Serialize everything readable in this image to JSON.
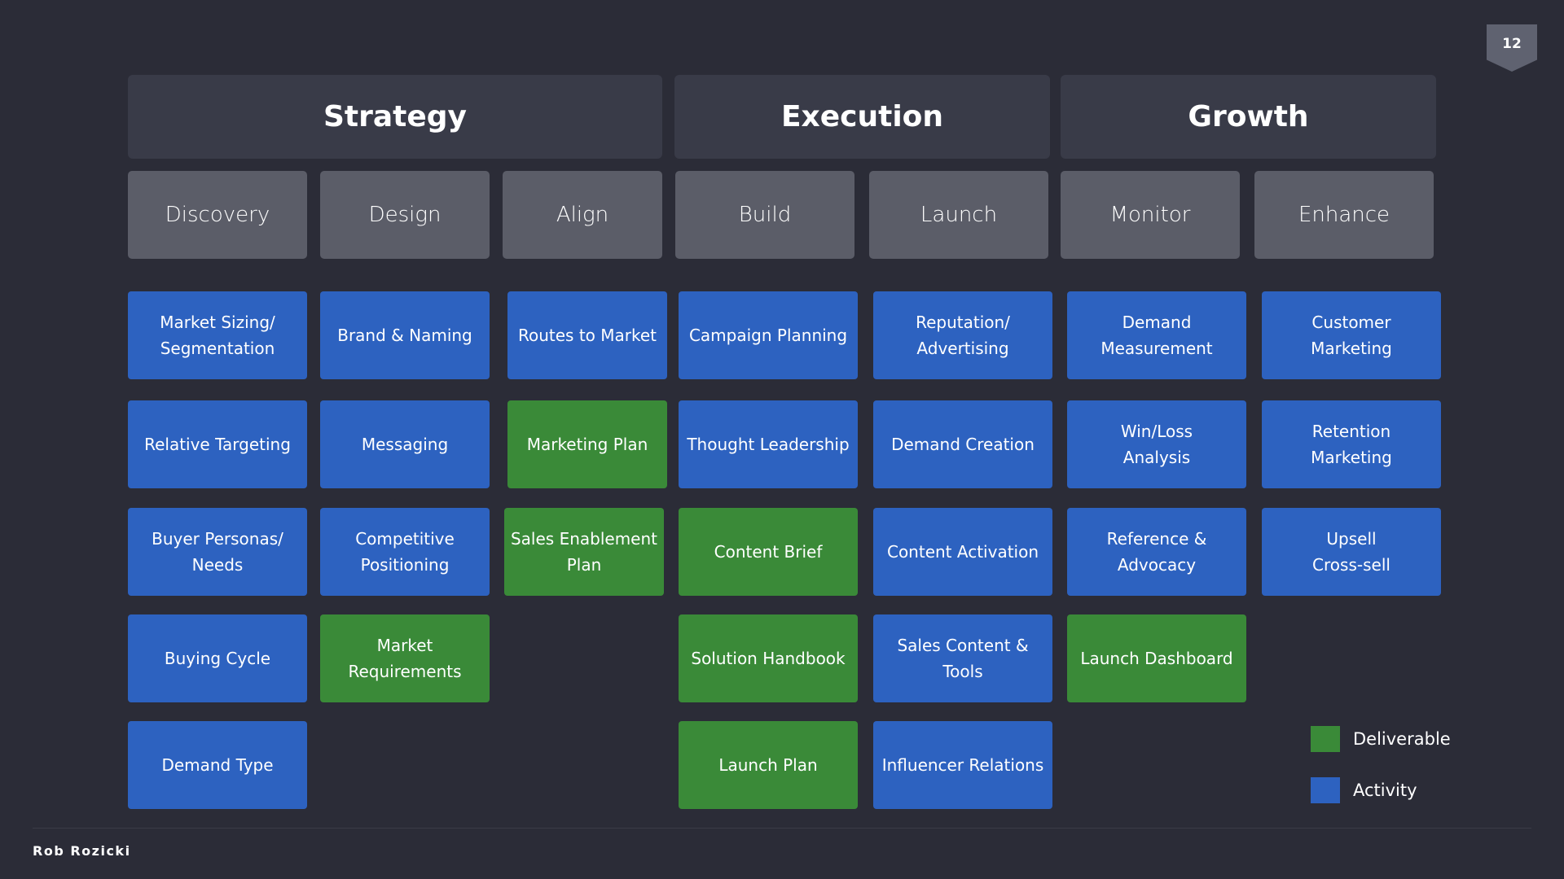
{
  "slide_number": "12",
  "groups": [
    "Strategy",
    "Execution",
    "Growth"
  ],
  "phases": [
    "Discovery",
    "Design",
    "Align",
    "Build",
    "Launch",
    "Monitor",
    "Enhance"
  ],
  "tiles": [
    {
      "text": "Market Sizing/\nSegmentation",
      "kind": "activity"
    },
    {
      "text": "Brand & Naming",
      "kind": "activity"
    },
    {
      "text": "Routes to Market",
      "kind": "activity"
    },
    {
      "text": "Campaign Planning",
      "kind": "activity"
    },
    {
      "text": "Reputation/\nAdvertising",
      "kind": "activity"
    },
    {
      "text": "Demand\nMeasurement",
      "kind": "activity"
    },
    {
      "text": "Customer\nMarketing",
      "kind": "activity"
    },
    {
      "text": "Relative Targeting",
      "kind": "activity"
    },
    {
      "text": "Messaging",
      "kind": "activity"
    },
    {
      "text": "Marketing Plan",
      "kind": "deliverable"
    },
    {
      "text": "Thought Leadership",
      "kind": "activity"
    },
    {
      "text": "Demand Creation",
      "kind": "activity"
    },
    {
      "text": "Win/Loss\nAnalysis",
      "kind": "activity"
    },
    {
      "text": "Retention\nMarketing",
      "kind": "activity"
    },
    {
      "text": "Buyer Personas/\nNeeds",
      "kind": "activity"
    },
    {
      "text": "Competitive\nPositioning",
      "kind": "activity"
    },
    {
      "text": "Sales Enablement\nPlan",
      "kind": "deliverable"
    },
    {
      "text": "Content Brief",
      "kind": "deliverable"
    },
    {
      "text": "Content Activation",
      "kind": "activity"
    },
    {
      "text": "Reference &\nAdvocacy",
      "kind": "activity"
    },
    {
      "text": "Upsell\nCross-sell",
      "kind": "activity"
    },
    {
      "text": "Buying Cycle",
      "kind": "activity"
    },
    {
      "text": "Market\nRequirements",
      "kind": "deliverable"
    },
    {
      "text": "Solution Handbook",
      "kind": "deliverable"
    },
    {
      "text": "Sales Content & Tools",
      "kind": "activity"
    },
    {
      "text": "Launch Dashboard",
      "kind": "deliverable"
    },
    {
      "text": "Demand Type",
      "kind": "activity"
    },
    {
      "text": "Launch Plan",
      "kind": "deliverable"
    },
    {
      "text": "Influencer Relations",
      "kind": "activity"
    }
  ],
  "legend": {
    "deliverable": {
      "label": "Deliverable",
      "color": "#3a8a38"
    },
    "activity": {
      "label": "Activity",
      "color": "#2d62c0"
    }
  },
  "author": "Rob Rozicki"
}
